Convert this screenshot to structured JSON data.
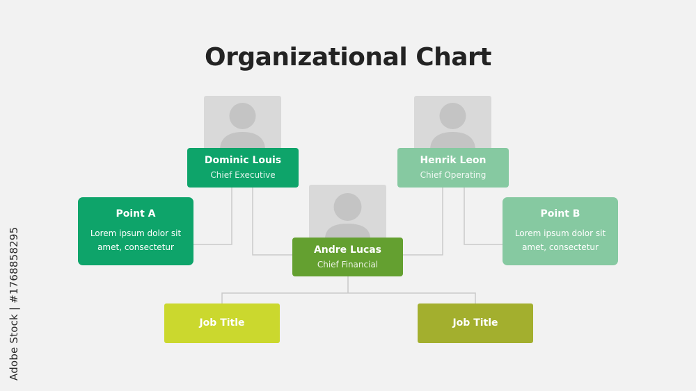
{
  "title": "Organizational Chart",
  "people": {
    "dominic": {
      "name": "Dominic Louis",
      "role": "Chief Executive"
    },
    "henrik": {
      "name": "Henrik Leon",
      "role": "Chief Operating"
    },
    "andre": {
      "name": "Andre Lucas",
      "role": "Chief Financial"
    }
  },
  "points": {
    "a": {
      "title": "Point A",
      "body": "Lorem ipsum dolor sit amet, consectetur"
    },
    "b": {
      "title": "Point B",
      "body": "Lorem ipsum dolor sit amet, consectetur"
    }
  },
  "jobs": {
    "left": "Job Title",
    "right": "Job Title"
  },
  "credit": "Adobe Stock | #1768858295",
  "icons": {
    "avatar": "person-silhouette-icon"
  },
  "colors": {
    "background": "#f2f2f2",
    "dominic": "#0ea46a",
    "henrik": "#86c9a1",
    "andre": "#64a030",
    "point_a": "#0ea46a",
    "point_b": "#86c9a1",
    "job_left": "#cbd82e",
    "job_right": "#a3af2e",
    "connector": "#c9c9c9",
    "avatar": "#d9d9d9",
    "avatar_figure": "#c4c4c4"
  }
}
